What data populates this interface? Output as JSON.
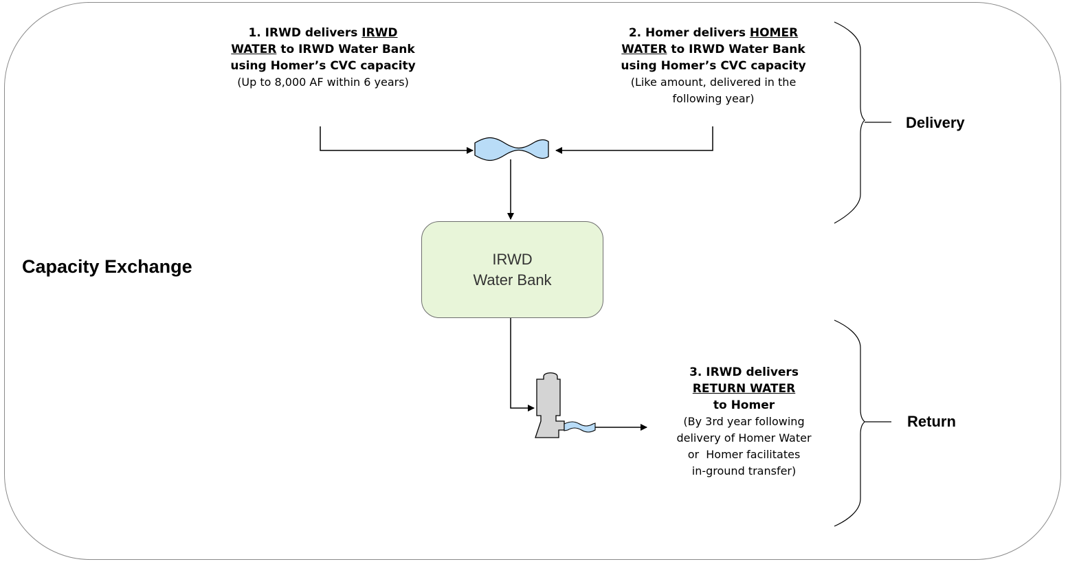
{
  "diagram": {
    "title": "Capacity Exchange",
    "step1": {
      "line1_prefix": "1. IRWD delivers ",
      "line1_underlined": "IRWD",
      "line2_underlined": "WATER",
      "line2_suffix": " to IRWD Water Bank",
      "line3": "using Homer’s CVC capacity",
      "note": "(Up to 8,000 AF within 6 years)"
    },
    "step2": {
      "line1_prefix": "2. Homer delivers ",
      "line1_underlined": "HOMER",
      "line2_underlined": "WATER",
      "line2_suffix": " to IRWD Water Bank",
      "line3": "using Homer’s CVC capacity",
      "note_line1": "(Like amount, delivered in the",
      "note_line2": "following year)"
    },
    "step3": {
      "line1": "3. IRWD delivers",
      "line2_underlined": "RETURN WATER",
      "line3": "to Homer",
      "note_line1": "(By 3rd year following",
      "note_line2": "delivery of Homer Water",
      "note_line3": "or  Homer facilitates",
      "note_line4": "in-ground transfer)"
    },
    "water_bank": {
      "line1": "IRWD",
      "line2": "Water Bank"
    },
    "phases": {
      "delivery": "Delivery",
      "return": "Return"
    },
    "colors": {
      "water": "#b9dcf7",
      "bank_fill": "#e8f5d9",
      "pump_fill": "#d4d4d4"
    }
  }
}
